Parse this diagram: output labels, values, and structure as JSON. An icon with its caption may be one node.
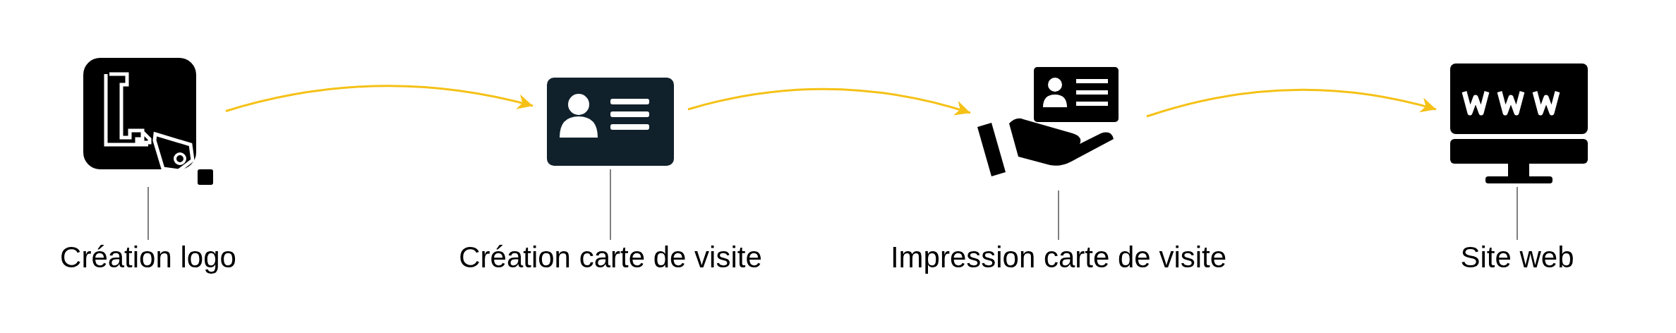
{
  "diagram": {
    "nodes": [
      {
        "text": [],
        "shape": "icon"
      },
      {
        "text": [
          "Création logo"
        ]
      },
      {
        "text": [],
        "shape": "icon"
      },
      {
        "text": [
          "Création carte de visite"
        ]
      },
      {
        "text": [],
        "shape": "icon"
      },
      {
        "text": [
          "Impression carte de visite"
        ]
      },
      {
        "text": [],
        "shape": "icon"
      },
      {
        "text": [
          "Site web"
        ]
      }
    ],
    "edges": [
      {
        "from": 0,
        "to": 2,
        "arrow": "to",
        "color": "#f5c116"
      },
      {
        "from": 2,
        "to": 4,
        "arrow": "to",
        "color": "#f5c116"
      },
      {
        "from": 4,
        "to": 6,
        "arrow": "to",
        "color": "#f5c116"
      },
      {
        "from": 0,
        "to": 1,
        "arrow": "none"
      },
      {
        "from": 2,
        "to": 3,
        "arrow": "none"
      },
      {
        "from": 4,
        "to": 5,
        "arrow": "none"
      },
      {
        "from": 6,
        "to": 7,
        "arrow": "none"
      }
    ]
  }
}
